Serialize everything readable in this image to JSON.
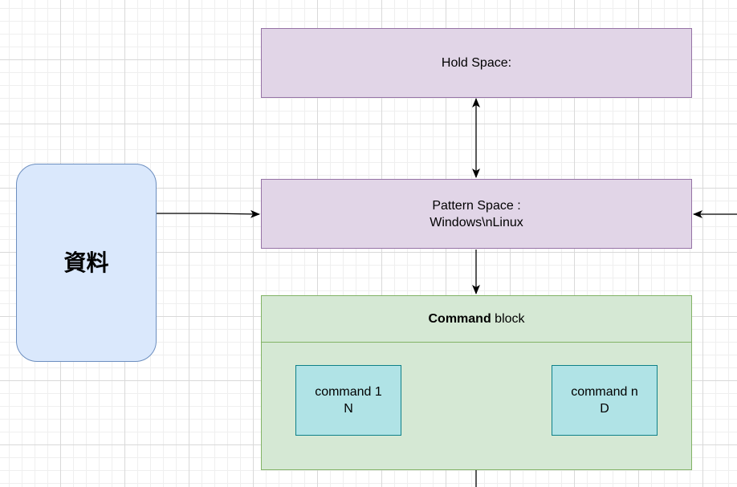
{
  "nodes": {
    "hold_space": {
      "label": "Hold Space:"
    },
    "pattern_space": {
      "line1": "Pattern Space :",
      "line2": "Windows\\nLinux"
    },
    "data_source": {
      "label": "資料"
    },
    "command_block": {
      "bold": "Command",
      "rest": " block"
    },
    "command_1": {
      "line1": "command 1",
      "line2": "N"
    },
    "command_n": {
      "line1": "command n",
      "line2": "D"
    }
  },
  "colors": {
    "purple_fill": "#e1d5e7",
    "purple_stroke": "#9673a6",
    "blue_fill": "#dae8fc",
    "blue_stroke": "#6c8ebf",
    "green_fill": "#d5e8d4",
    "green_stroke": "#82b366",
    "teal_fill": "#b0e3e6",
    "teal_stroke": "#0e8088"
  }
}
